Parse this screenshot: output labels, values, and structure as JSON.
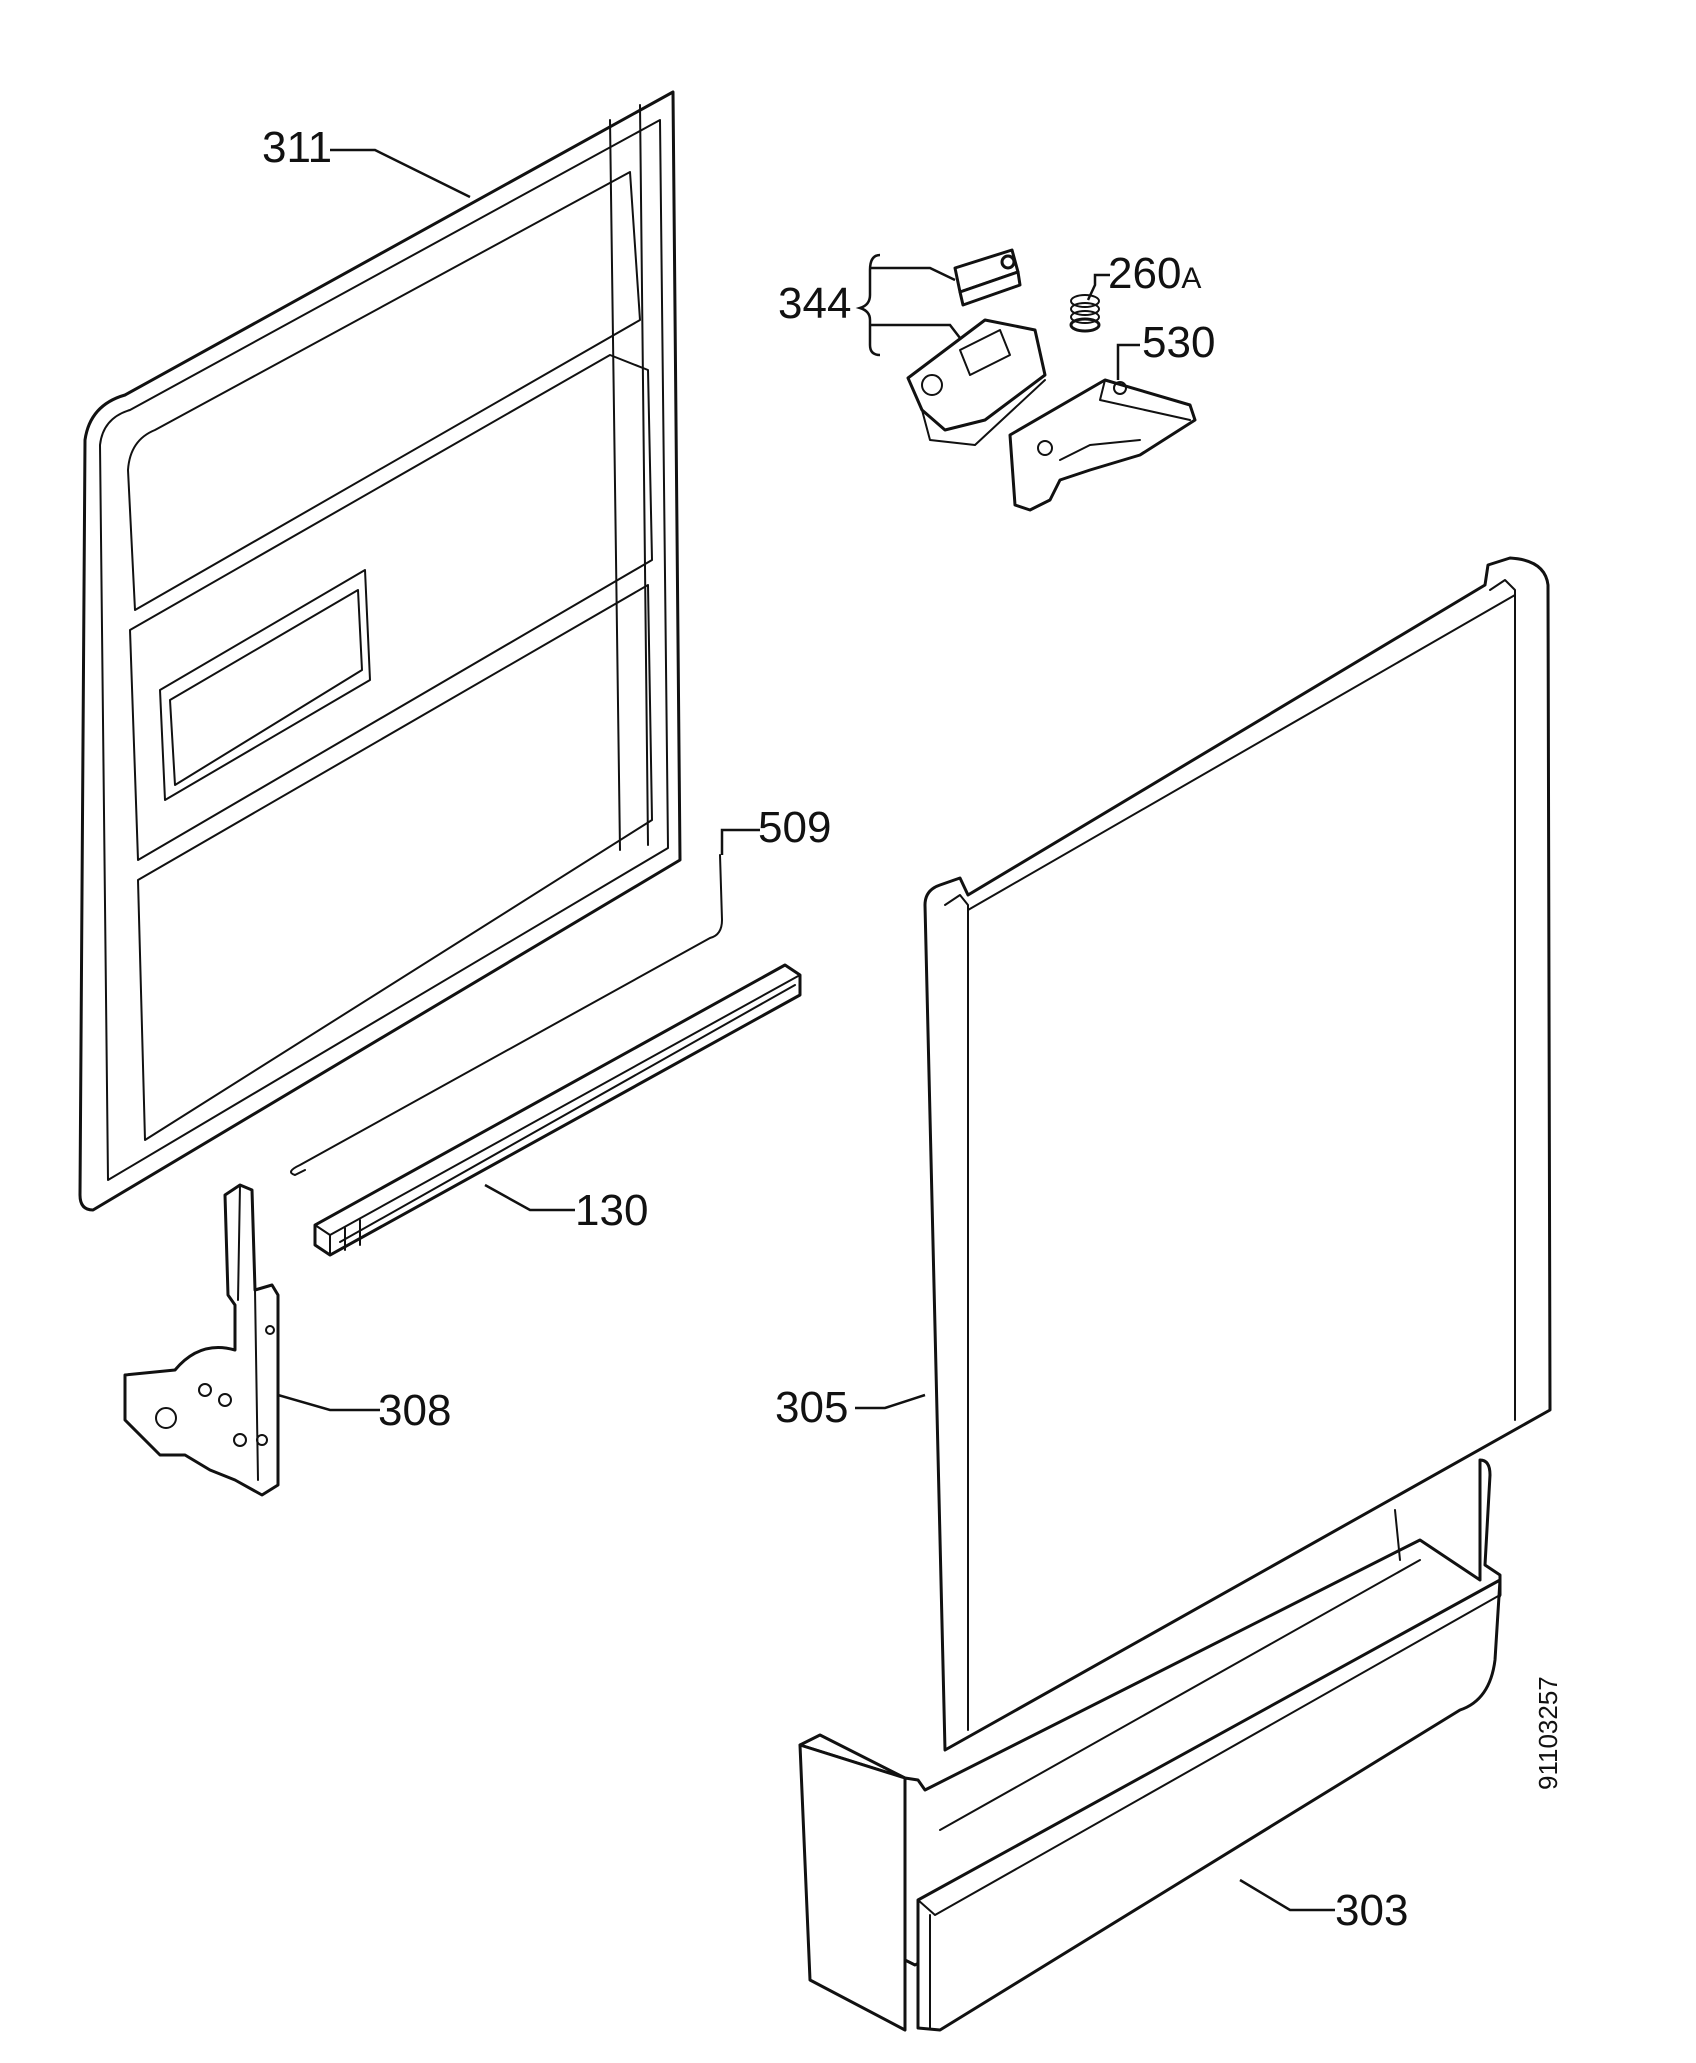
{
  "parts": [
    {
      "id": "p311",
      "label": "311"
    },
    {
      "id": "p344",
      "label": "344"
    },
    {
      "id": "p260A",
      "label": "260",
      "suffix": "A"
    },
    {
      "id": "p530",
      "label": "530"
    },
    {
      "id": "p509",
      "label": "509"
    },
    {
      "id": "p130",
      "label": "130"
    },
    {
      "id": "p308",
      "label": "308"
    },
    {
      "id": "p305",
      "label": "305"
    },
    {
      "id": "p303",
      "label": "303"
    }
  ],
  "document_number": "91103257"
}
